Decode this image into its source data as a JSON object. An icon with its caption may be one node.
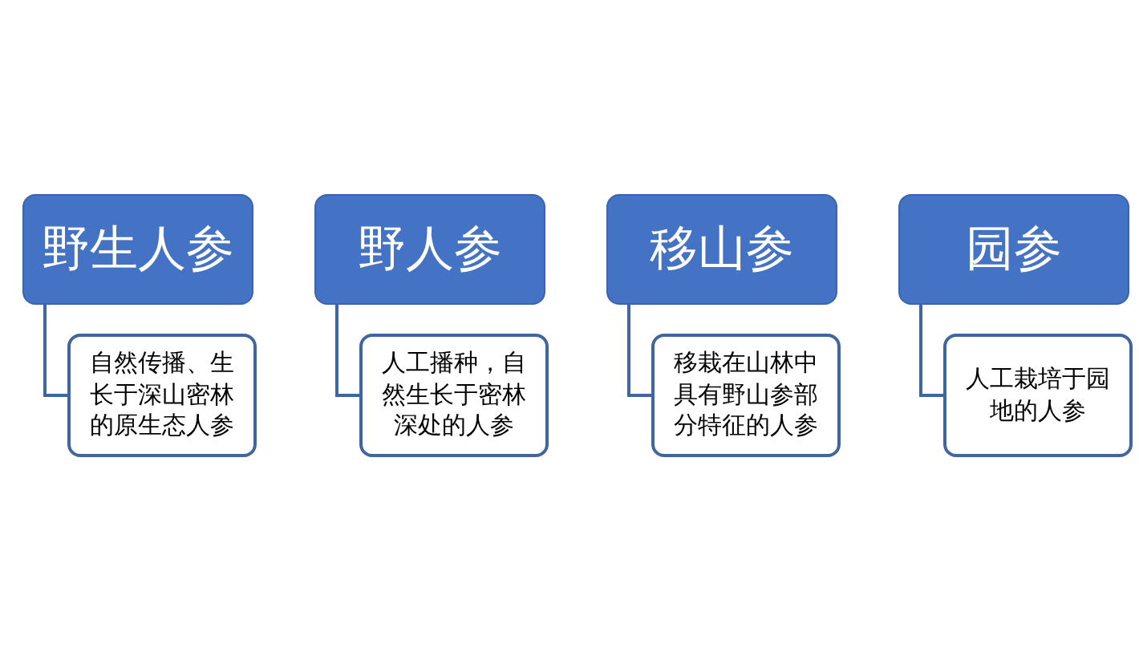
{
  "diagram": {
    "nodes": [
      {
        "text": [
          "野生人参"
        ]
      },
      {
        "text": [
          "自然传播、生长于深山密林的原生态人参"
        ]
      },
      {
        "text": [
          "野人参"
        ]
      },
      {
        "text": [
          "人工播种，自然生长于密林深处的人参"
        ]
      },
      {
        "text": [
          "移山参"
        ]
      },
      {
        "text": [
          "移栽在山林中具有野山参部分特征的人参"
        ]
      },
      {
        "text": [
          "园参"
        ]
      },
      {
        "text": [
          "人工栽培于园地的人参"
        ]
      }
    ],
    "edges": [
      {
        "from": 0,
        "to": 1,
        "arrow": "none"
      },
      {
        "from": 2,
        "to": 3,
        "arrow": "none"
      },
      {
        "from": 4,
        "to": 5,
        "arrow": "none"
      },
      {
        "from": 6,
        "to": 7,
        "arrow": "none"
      }
    ]
  }
}
